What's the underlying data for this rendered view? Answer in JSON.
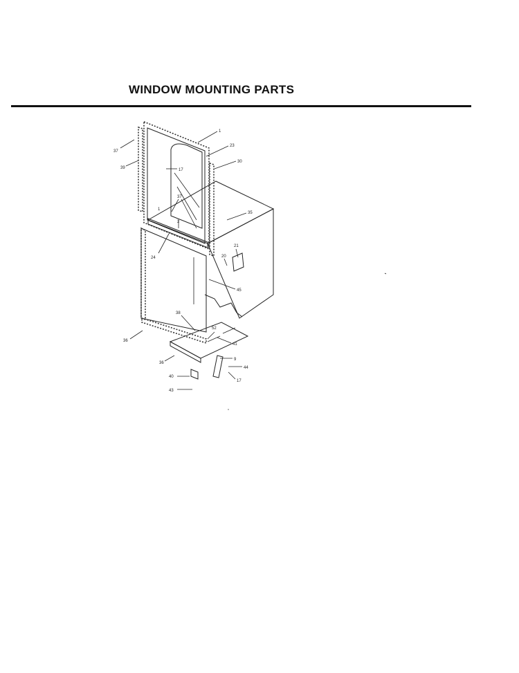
{
  "title": "WINDOW MOUNTING PARTS",
  "callouts": [
    "1",
    "23",
    "37",
    "39",
    "17",
    "30",
    "37",
    "1",
    "2",
    "35",
    "24",
    "21",
    "20",
    "45",
    "38",
    "36",
    "52",
    "41",
    "9",
    "44",
    "36",
    "40",
    "43",
    "17"
  ]
}
